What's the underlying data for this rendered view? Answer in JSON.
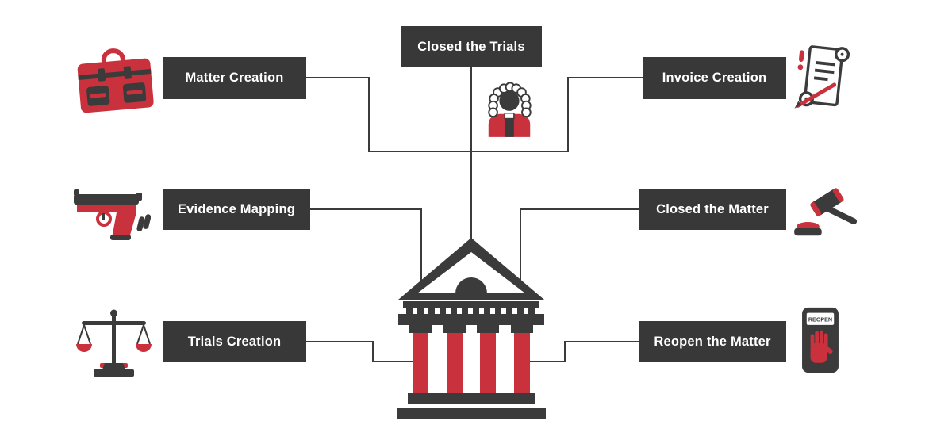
{
  "diagram": {
    "type": "process-diagram",
    "center": {
      "name": "Courthouse",
      "icon": "courthouse-icon"
    },
    "nodes": [
      {
        "id": "matter-creation",
        "label": "Matter Creation",
        "icon": "briefcase-icon",
        "position": "left-top"
      },
      {
        "id": "closed-the-trials",
        "label": "Closed the Trials",
        "icon": "judge-icon",
        "position": "top-center"
      },
      {
        "id": "invoice-creation",
        "label": "Invoice Creation",
        "icon": "invoice-scroll-icon",
        "position": "right-top"
      },
      {
        "id": "evidence-mapping",
        "label": "Evidence Mapping",
        "icon": "gun-icon",
        "position": "left-middle"
      },
      {
        "id": "closed-the-matter",
        "label": "Closed the Matter",
        "icon": "gavel-icon",
        "position": "right-middle"
      },
      {
        "id": "trials-creation",
        "label": "Trials Creation",
        "icon": "scales-icon",
        "position": "left-bottom"
      },
      {
        "id": "reopen-the-matter",
        "label": "Reopen the Matter",
        "icon": "reopen-hand-icon",
        "position": "right-bottom"
      }
    ],
    "connections": [
      {
        "from": "Matter Creation",
        "to": "Courthouse"
      },
      {
        "from": "Closed the Trials",
        "to": "Courthouse"
      },
      {
        "from": "Invoice Creation",
        "to": "Courthouse"
      },
      {
        "from": "Evidence Mapping",
        "to": "Courthouse"
      },
      {
        "from": "Closed the Matter",
        "to": "Courthouse"
      },
      {
        "from": "Trials Creation",
        "to": "Courthouse"
      },
      {
        "from": "Reopen the Matter",
        "to": "Courthouse"
      }
    ],
    "reopen_stamp_text": "REOPEN",
    "colors": {
      "accent_red": "#C9313D",
      "dark": "#3B3B3B",
      "box_background": "#383838",
      "label_text": "#FFFFFF",
      "canvas_background": "#FFFFFF"
    }
  }
}
